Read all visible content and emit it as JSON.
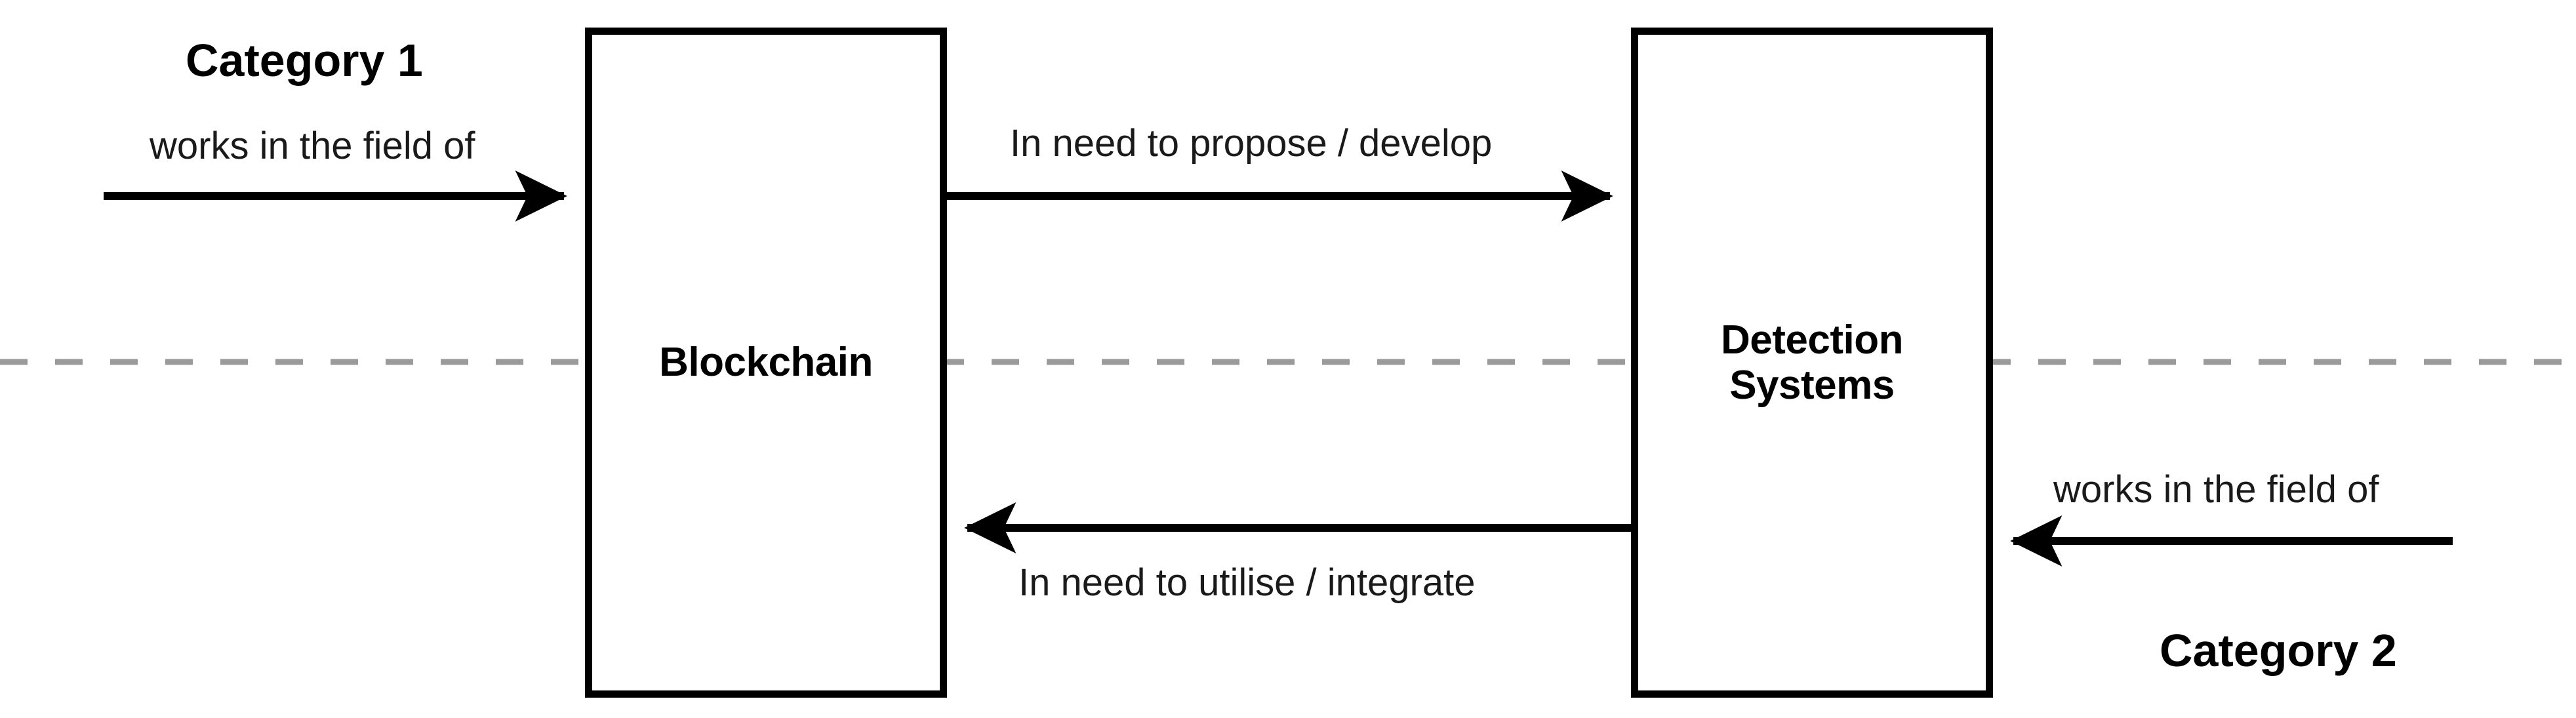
{
  "diagram": {
    "type": "relationship-flow-diagram",
    "background_color": "#ffffff",
    "stroke_color": "#000000",
    "divider_color": "#999999",
    "nodes": [
      {
        "id": "blockchain",
        "label": "Blockchain"
      },
      {
        "id": "detection-systems",
        "label": "Detection\nSystems"
      }
    ],
    "categories": [
      {
        "id": "category-1",
        "label": "Category 1"
      },
      {
        "id": "category-2",
        "label": "Category 2"
      }
    ],
    "edges": [
      {
        "id": "category-1-to-blockchain",
        "label": "works in the field of",
        "direction": "right",
        "from": "Category 1",
        "to": "Blockchain"
      },
      {
        "id": "blockchain-to-detection",
        "label": "In need to propose / develop",
        "direction": "right",
        "from": "Blockchain",
        "to": "Detection Systems"
      },
      {
        "id": "detection-to-blockchain",
        "label": "In need to utilise / integrate",
        "direction": "left",
        "from": "Detection Systems",
        "to": "Blockchain"
      },
      {
        "id": "category-2-to-detection",
        "label": "works in the field of",
        "direction": "left",
        "from": "Category 2",
        "to": "Detection Systems"
      }
    ],
    "divider": {
      "id": "horizontal-divider",
      "style": "dashed",
      "orientation": "horizontal"
    }
  }
}
